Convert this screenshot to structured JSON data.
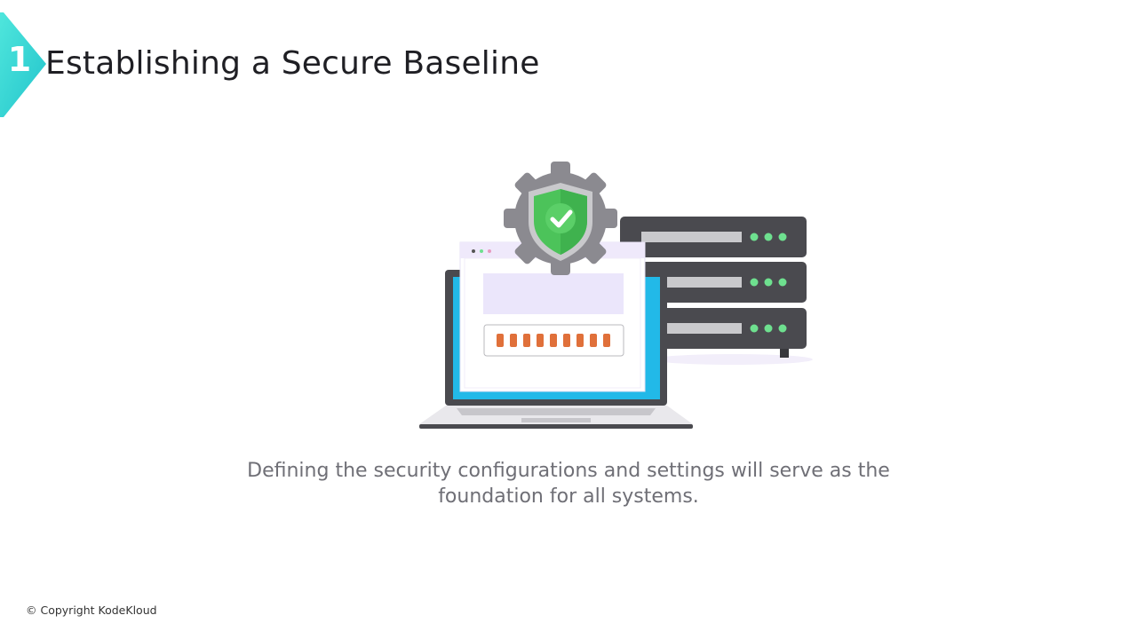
{
  "slide": {
    "step_number": "1",
    "title": "Establishing a Secure Baseline",
    "caption": "Defining the security configurations and settings will serve as the foundation for all systems.",
    "footer": "© Copyright KodeKloud"
  },
  "illustration": {
    "icons": [
      "laptop-icon",
      "login-window-icon",
      "password-field-icon",
      "gear-icon",
      "shield-check-icon",
      "server-rack-icon"
    ]
  },
  "colors": {
    "accent_teal": "#35d6d0",
    "shield_green": "#4cc35a",
    "gear_gray": "#8b8a90",
    "server_dark": "#4a4a4f",
    "server_led": "#6ee08f",
    "password_dots": "#e0703a",
    "screen_cyan": "#22b9e8"
  }
}
